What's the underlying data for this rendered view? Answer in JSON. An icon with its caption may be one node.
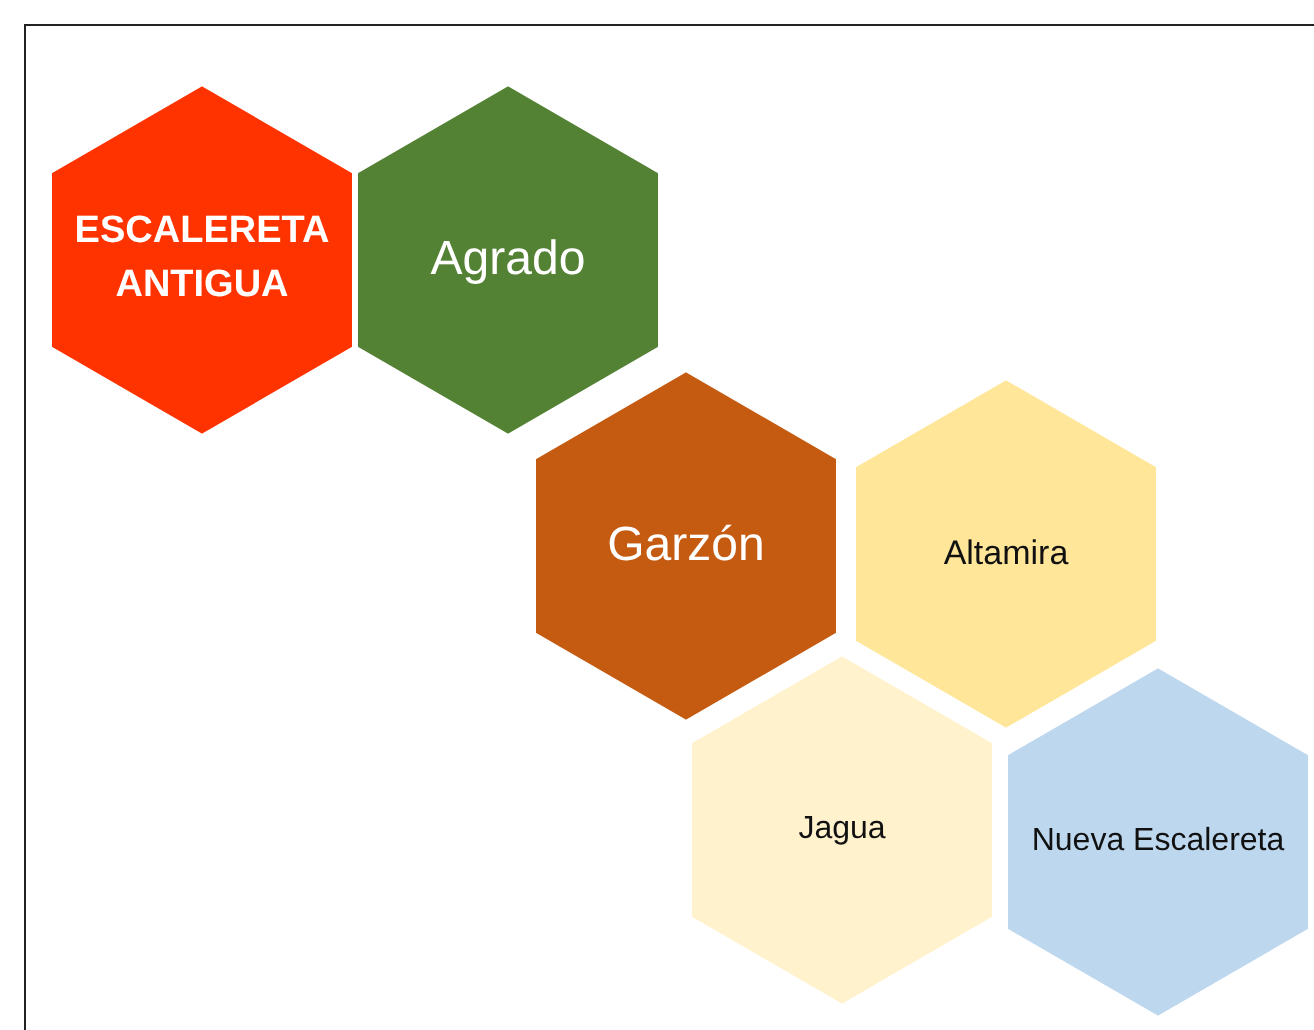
{
  "diagram": {
    "nodes": [
      {
        "text": [
          "ESCALERETA ANTIGUA"
        ]
      },
      {
        "text": [
          "Agrado"
        ]
      },
      {
        "text": [
          "Garzón"
        ]
      },
      {
        "text": [
          "Altamira"
        ]
      },
      {
        "text": [
          "Jagua"
        ]
      },
      {
        "text": [
          "Nueva Escalereta"
        ]
      }
    ]
  }
}
